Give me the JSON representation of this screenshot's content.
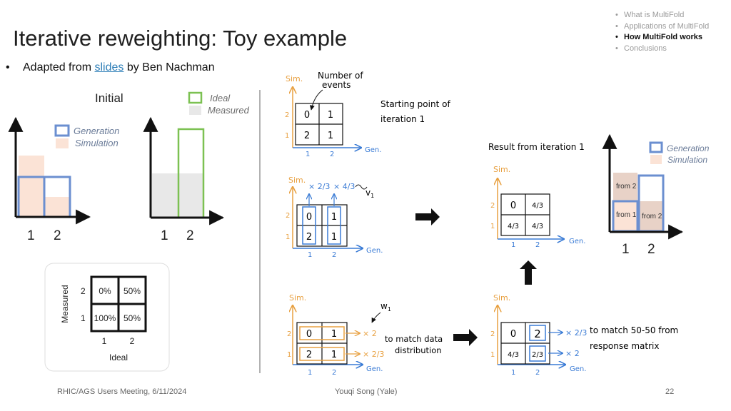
{
  "slide": {
    "title": "Iterative reweighting: Toy example",
    "nav": [
      {
        "label": "What is MultiFold",
        "active": false
      },
      {
        "label": "Applications of MultiFold",
        "active": false
      },
      {
        "label": "How MultiFold works",
        "active": true
      },
      {
        "label": "Conclusions",
        "active": false
      }
    ],
    "bullet": {
      "prefix": "Adapted from ",
      "link": "slides",
      "suffix": " by Ben Nachman"
    },
    "footer": {
      "left": "RHIC/AGS Users Meeting, 6/11/2024",
      "center": "Youqi Song (Yale)",
      "page": "22"
    }
  },
  "left_panel": {
    "initial_label": "Initial",
    "legend_generation": "Generation",
    "legend_simulation": "Simulation",
    "legend_ideal": "Ideal",
    "legend_measured": "Measured",
    "tick_1": "1",
    "tick_2": "2",
    "response_matrix": {
      "ylabel": "Measured",
      "xlabel": "Ideal",
      "cells": [
        "0%",
        "50%",
        "100%",
        "50%"
      ],
      "row_labels": [
        "2",
        "1"
      ],
      "col_labels": [
        "1",
        "2"
      ]
    }
  },
  "sketches": {
    "sim": "Sim.",
    "gen": "Gen.",
    "num_events_line1": "Number of",
    "num_events_line2": "events",
    "start_line1": "Starting point of",
    "start_line2": "iteration 1",
    "v1": "v",
    "v1_sub": "1",
    "w1": "w",
    "w1_sub": "1",
    "match_data_line1": "to match data",
    "match_data_line2": "distribution",
    "match_resp_line1": "to match 50-50 from",
    "match_resp_line2": "response matrix",
    "result_label": "Result from iteration 1",
    "grid1": [
      "0",
      "1",
      "2",
      "1"
    ],
    "grid_result": [
      "0",
      "4/3",
      "4/3",
      "4/3"
    ],
    "grid_w": [
      "0",
      "1",
      "2",
      "1"
    ],
    "grid_final": [
      "0",
      "2",
      "4/3",
      "2/3"
    ],
    "mult_x": "×",
    "mult_2": "× 2",
    "mult_23": "× 2/3",
    "mult_43": "× 4/3",
    "tick1": "1",
    "tick2": "2"
  },
  "right_panel": {
    "legend_generation": "Generation",
    "legend_simulation": "Simulation",
    "from2_top": "from 2",
    "from1": "from 1",
    "from2_right": "from 2",
    "tick_1": "1",
    "tick_2": "2"
  }
}
